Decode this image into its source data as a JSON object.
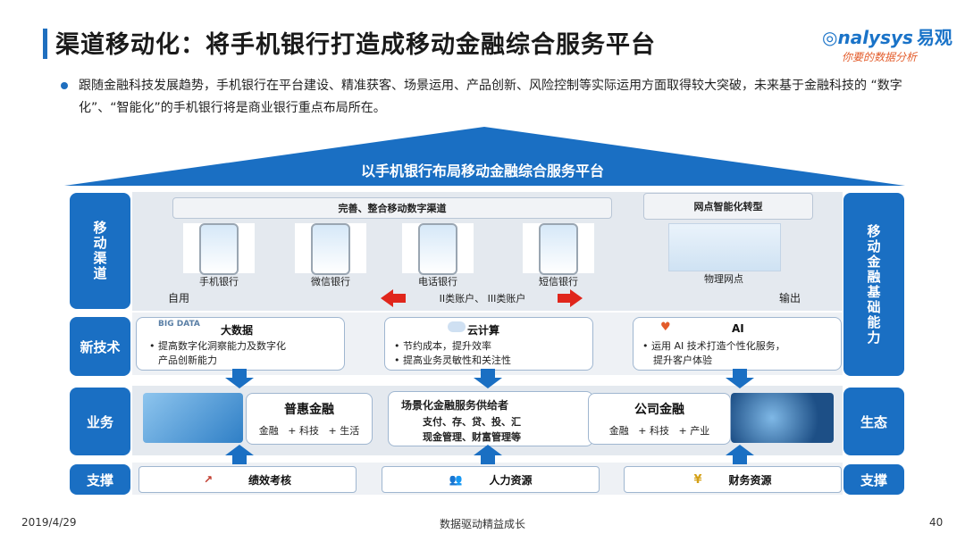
{
  "header": {
    "title": "渠道移动化：将手机银行打造成移动金融综合服务平台",
    "logo_text": "nalysys",
    "logo_cn": "易观",
    "logo_sub": "你要的数据分析"
  },
  "bullet": {
    "text": "跟随金融科技发展趋势，手机银行在平台建设、精准获客、场景运用、产品创新、风险控制等实际运用方面取得较大突破，未来基于金融科技的 “数字化”、“智能化”的手机银行将是商业银行重点布局所在。"
  },
  "diagram": {
    "roof_label": "以手机银行布局移动金融综合服务平台",
    "left_pills": {
      "channel": "移动渠道",
      "tech": "新技术",
      "business": "业务",
      "support": "支撑"
    },
    "right_pills": {
      "infra": "移动金融基础能力",
      "ecology": "生态",
      "support": "支撑"
    },
    "channel_row": {
      "header_left": "完善、整合移动数字渠道",
      "header_right": "网点智能化转型",
      "channels": [
        "手机银行",
        "微信银行",
        "电话银行",
        "短信银行"
      ],
      "branch": "物理网点",
      "self_use": "自用",
      "output": "输出",
      "accounts": "II类账户、 III类账户"
    },
    "tech_row": [
      {
        "title": "大数据",
        "icon_text": "BIG DATA",
        "lines": [
          "提高数字化洞察能力及数字化",
          "产品创新能力"
        ]
      },
      {
        "title": "云计算",
        "lines": [
          "节约成本，提升效率",
          "提高业务灵敏性和关注性"
        ]
      },
      {
        "title": "AI",
        "lines": [
          "运用  AI 技术打造个性化服务，",
          "提升客户体验"
        ]
      }
    ],
    "business_row": {
      "left_title": "普惠金融",
      "left_sub": "金融   + 科技   + 生活",
      "center_title": "场景化金融服务供给者",
      "center_line1": "支付、存、贷、投、汇",
      "center_line2": "现金管理、财富管理等",
      "right_title": "公司金融",
      "right_sub": "金融   + 科技   + 产业"
    },
    "support_row": [
      "绩效考核",
      "人力资源",
      "财务资源"
    ]
  },
  "footer": {
    "date": "2019/4/29",
    "center": "数据驱动精益成长",
    "page": "40"
  },
  "colors": {
    "primary_blue": "#1a6fc3",
    "arrow_red": "#e0261c",
    "band_gray": "#e4e9ef"
  }
}
